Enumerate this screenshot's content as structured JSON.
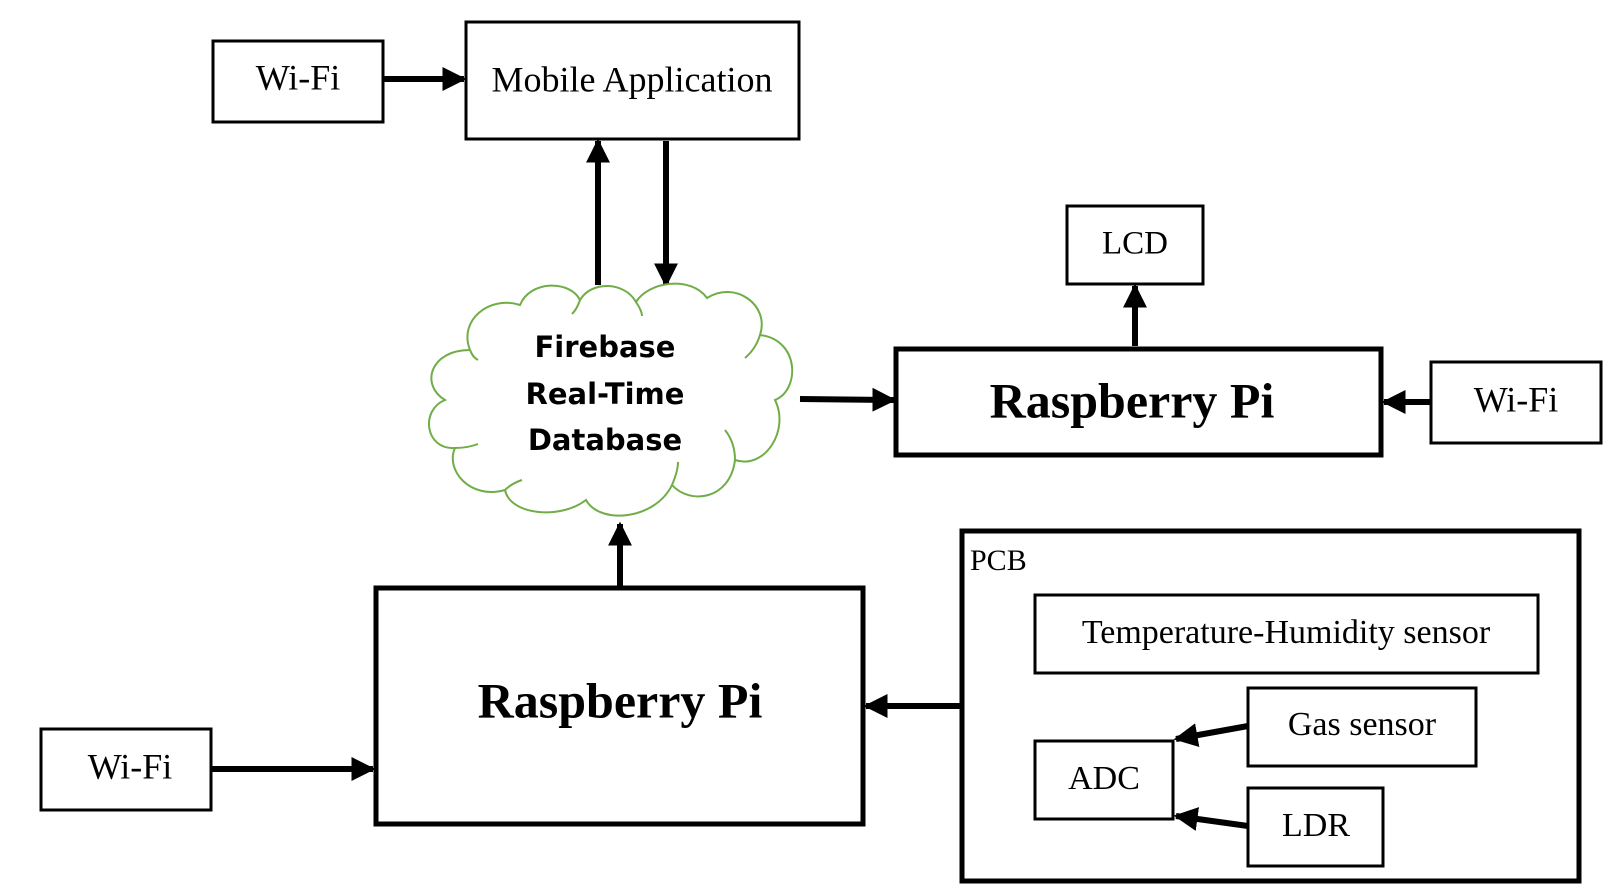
{
  "diagram": {
    "nodes": {
      "wifi_top": {
        "label": "Wi-Fi"
      },
      "mobile_app": {
        "label": "Mobile Application"
      },
      "firebase": {
        "lines": [
          "Firebase",
          "Real-Time",
          "Database"
        ]
      },
      "lcd": {
        "label": "LCD"
      },
      "rpi_right": {
        "label": "Raspberry Pi"
      },
      "wifi_right": {
        "label": "Wi-Fi"
      },
      "rpi_bottom": {
        "label": "Raspberry Pi"
      },
      "wifi_bottom": {
        "label": "Wi-Fi"
      },
      "pcb": {
        "label": "PCB"
      },
      "temp_humidity": {
        "label": "Temperature-Humidity sensor"
      },
      "gas_sensor": {
        "label": "Gas sensor"
      },
      "adc": {
        "label": "ADC"
      },
      "ldr": {
        "label": "LDR"
      }
    },
    "edges": [
      {
        "from": "wifi_top",
        "to": "mobile_app"
      },
      {
        "from": "firebase",
        "to": "mobile_app"
      },
      {
        "from": "mobile_app",
        "to": "firebase"
      },
      {
        "from": "firebase",
        "to": "rpi_right"
      },
      {
        "from": "rpi_right",
        "to": "lcd"
      },
      {
        "from": "wifi_right",
        "to": "rpi_right"
      },
      {
        "from": "rpi_bottom",
        "to": "firebase"
      },
      {
        "from": "wifi_bottom",
        "to": "rpi_bottom"
      },
      {
        "from": "pcb",
        "to": "rpi_bottom"
      },
      {
        "from": "gas_sensor",
        "to": "adc"
      },
      {
        "from": "ldr",
        "to": "adc"
      }
    ],
    "colors": {
      "cloud_stroke": "#70ad47",
      "line": "#000000"
    }
  }
}
